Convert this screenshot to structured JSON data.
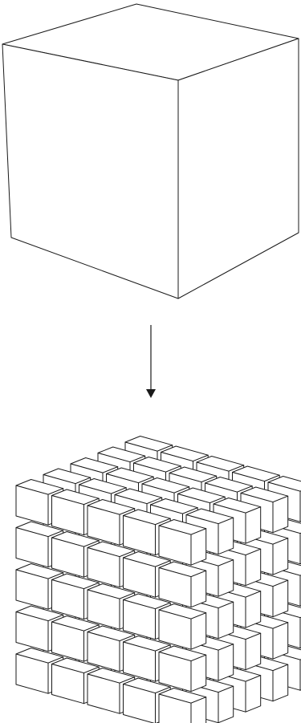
{
  "diagram": {
    "type": "subdivision",
    "source": {
      "shape": "cube",
      "count": 1
    },
    "arrow": {
      "direction": "down"
    },
    "result": {
      "shape": "cube",
      "grid": [
        5,
        5,
        5
      ],
      "count": 125,
      "exploded": true
    },
    "colors": {
      "background": "#ffffff",
      "face": "#ffffff",
      "stroke": "#1a1a1a"
    }
  }
}
